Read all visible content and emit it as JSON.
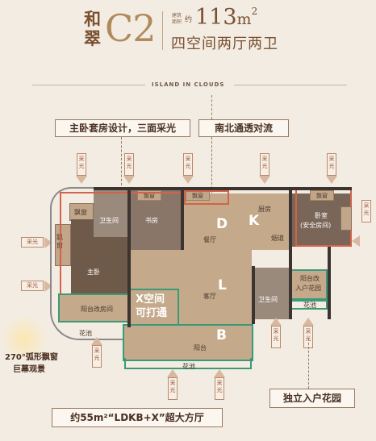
{
  "header": {
    "name_line1": "和",
    "name_line2": "翠",
    "code": "C2",
    "area_note_line1": "建筑",
    "area_note_line2": "面积",
    "area_prefix": "约",
    "area_value": "113",
    "area_unit": "m",
    "area_sup": "2",
    "layout": "四空间两厅两卫"
  },
  "subtitle": "ISLAND IN CLOUDS",
  "callouts": {
    "master_suite": "主卧套房设计，三面采光",
    "ventilation": "南北通透对流",
    "bay_window": "270°弧形飘窗",
    "bay_window_2": "巨幕观景",
    "garden": "独立入户花园",
    "ldkb": "约55m²“LDKB+X”超大方厅"
  },
  "light_tag": "采光",
  "rooms": {
    "piao": "飘窗",
    "bathroom1": "卫生间",
    "study": "书房",
    "dining": "餐厅",
    "kitchen": "厨房",
    "bedroom_l1": "卧室",
    "bedroom_l2": "(安全房间)",
    "master": "主卧",
    "balcony_room": "阳台改房间",
    "x_space_1": "X空间",
    "x_space_2": "可打通",
    "living": "客厅",
    "bathroom2": "卫生间",
    "garden_room_1": "阳台改",
    "garden_room_2": "入户花园",
    "planter": "花池",
    "balcony": "阳台",
    "smoke": "烟道"
  },
  "zones": {
    "D": "D",
    "K": "K",
    "L": "L",
    "B": "B"
  },
  "colors": {
    "background": "#f3ece3",
    "accent": "#b08a5c",
    "room_green": "#c4a98a",
    "room_dark": "#6f5a4a",
    "room_gray": "#9a8a7c",
    "highlight_red": "#d2634a",
    "highlight_green": "#3c9a78"
  }
}
